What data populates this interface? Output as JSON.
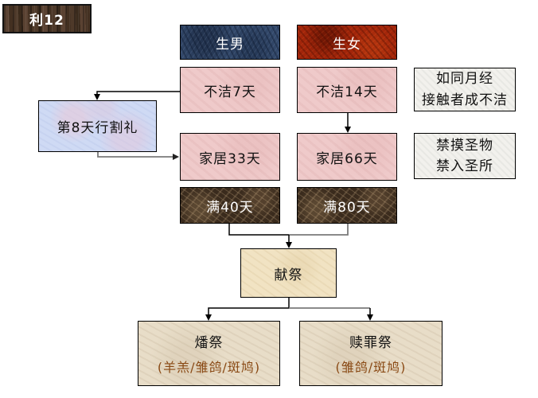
{
  "title": {
    "label": "利12"
  },
  "nodes": {
    "birth_boy": {
      "label": "生男"
    },
    "birth_girl": {
      "label": "生女"
    },
    "unclean_7": {
      "label": "不洁7天"
    },
    "unclean_14": {
      "label": "不洁14天"
    },
    "circumcision_day8": {
      "label": "第8天行割礼"
    },
    "home_33": {
      "label": "家居33天"
    },
    "home_66": {
      "label": "家居66天"
    },
    "complete_40": {
      "label": "满40天"
    },
    "complete_80": {
      "label": "满80天"
    },
    "offering": {
      "label": "献祭"
    },
    "burnt_offering": {
      "title": "燔祭",
      "detail": "(羊羔/雏鸽/斑鸠)"
    },
    "sin_offering": {
      "title": "赎罪祭",
      "detail": "(雏鸽/斑鸠)"
    }
  },
  "notes": {
    "menstruation": {
      "line1": "如同月经",
      "line2": "接触者成不洁"
    },
    "holy_restrictions": {
      "line1": "禁摸圣物",
      "line2": "禁入圣所"
    }
  },
  "colors": {
    "male_header_bg": "#33496b",
    "female_header_bg": "#a2250a",
    "stage_pink_bg": "#efcaca",
    "title_wood_bg": "#4a3427",
    "complete_marble_bg": "#3a2b1d",
    "circumcision_blue_bg": "#cfdaf4",
    "offering_cream_bg": "#f1e3c3",
    "sacrifice_tan_bg": "#e8ddc8",
    "note_paper_bg": "#f2f1ed",
    "detail_text_brown": "#8a4a15",
    "connector_black": "#000000",
    "connector_gray": "#7a7a7a"
  }
}
